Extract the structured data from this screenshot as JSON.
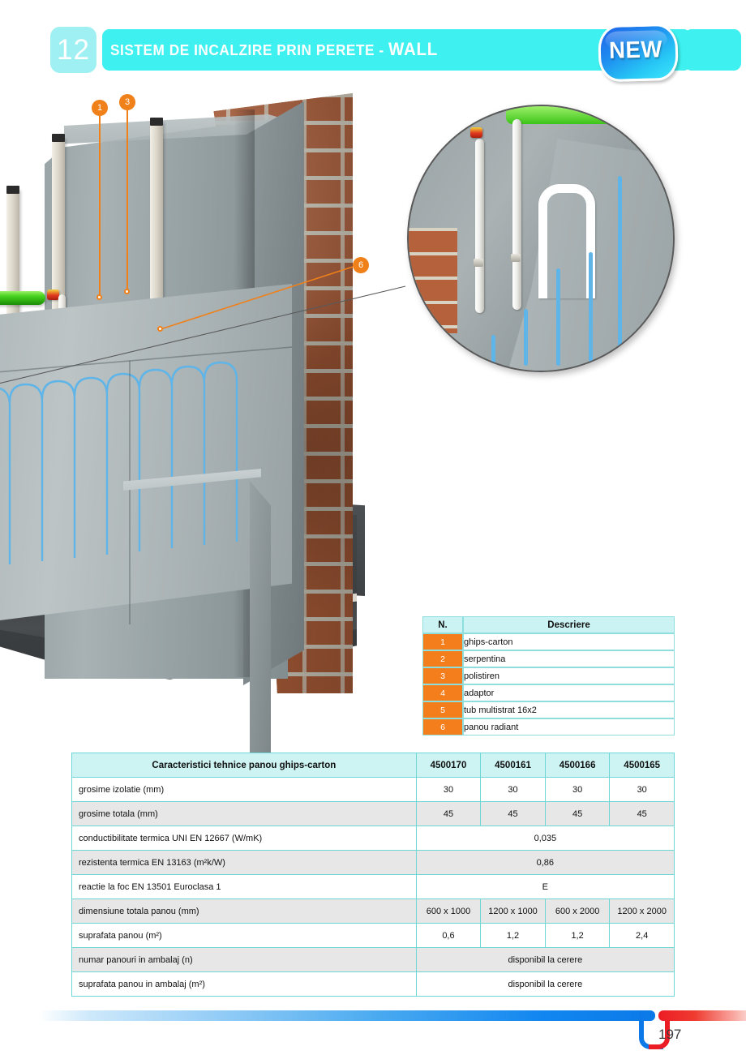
{
  "header": {
    "chapter_number": "12",
    "title_main": "SISTEM DE INCALZIRE PRIN PERETE - ",
    "title_accent": "WALL",
    "badge_label": "NEW"
  },
  "illustration": {
    "callouts": [
      {
        "number": "1",
        "target": "ghips-carton"
      },
      {
        "number": "3",
        "target": "polistiren"
      },
      {
        "number": "6",
        "target": "panou radiant"
      }
    ],
    "detail_inset": "zoom detail of multilayer pipe connection and panel bend"
  },
  "legend_table": {
    "headers": {
      "number": "N.",
      "description": "Descriere"
    },
    "rows": [
      {
        "n": "1",
        "desc": "ghips-carton"
      },
      {
        "n": "2",
        "desc": "serpentina"
      },
      {
        "n": "3",
        "desc": "polistiren"
      },
      {
        "n": "4",
        "desc": "adaptor"
      },
      {
        "n": "5",
        "desc": "tub multistrat 16x2"
      },
      {
        "n": "6",
        "desc": "panou radiant"
      }
    ]
  },
  "spec_table": {
    "title": "Caracteristici tehnice panou ghips-carton",
    "codes": [
      "4500170",
      "4500161",
      "4500166",
      "4500165"
    ],
    "rows": [
      {
        "label": "grosime izolatie (mm)",
        "span": false,
        "values": [
          "30",
          "30",
          "30",
          "30"
        ]
      },
      {
        "label": "grosime totala (mm)",
        "span": false,
        "values": [
          "45",
          "45",
          "45",
          "45"
        ]
      },
      {
        "label": "conductibilitate termica UNI EN 12667 (W/mK)",
        "span": true,
        "value": "0,035"
      },
      {
        "label": "rezistenta termica EN 13163 (m²k/W)",
        "span": true,
        "value": "0,86"
      },
      {
        "label": "reactie la foc EN 13501 Euroclasa 1",
        "span": true,
        "value": "E"
      },
      {
        "label": "dimensiune totala panou (mm)",
        "span": false,
        "values": [
          "600 x 1000",
          "1200 x 1000",
          "600 x 2000",
          "1200 x 2000"
        ]
      },
      {
        "label": "suprafata panou (m²)",
        "span": false,
        "values": [
          "0,6",
          "1,2",
          "1,2",
          "2,4"
        ]
      },
      {
        "label": "numar panouri in ambalaj (n)",
        "span": true,
        "value": "disponibil la cerere"
      },
      {
        "label": "suprafata panou in ambalaj (m²)",
        "span": true,
        "value": "disponibil la cerere"
      }
    ]
  },
  "footer": {
    "page_number": "197"
  },
  "colors": {
    "header_cyan": "#3ef0ef",
    "chapter_badge": "#9ef0f2",
    "orange": "#f47d1c",
    "table_header": "#ccf3f3",
    "table_border": "#6fd6d6",
    "row_grey": "#e7e7e7",
    "footer_blue": "#0b7ae8",
    "footer_red": "#ec1c24",
    "pipe_blue": "#5fb4e8",
    "insulation_green": "#3cc419",
    "brick": "#b5623c"
  }
}
